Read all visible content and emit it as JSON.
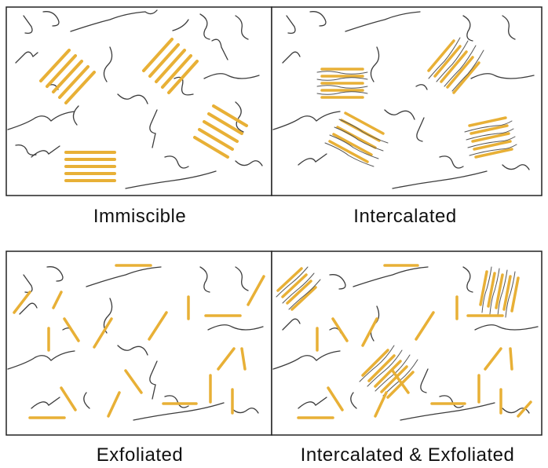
{
  "captions": {
    "immiscible": "Immiscible",
    "intercalated": "Intercalated",
    "exfoliated": "Exfoliated",
    "intercalated_exfoliated": "Intercalated & Exfoliated"
  },
  "colors": {
    "platelet": "#E8B036",
    "polymer_chain": "#3c3c3c",
    "polymer_chain_light": "#8a8a8a",
    "frame": "#222222"
  }
}
